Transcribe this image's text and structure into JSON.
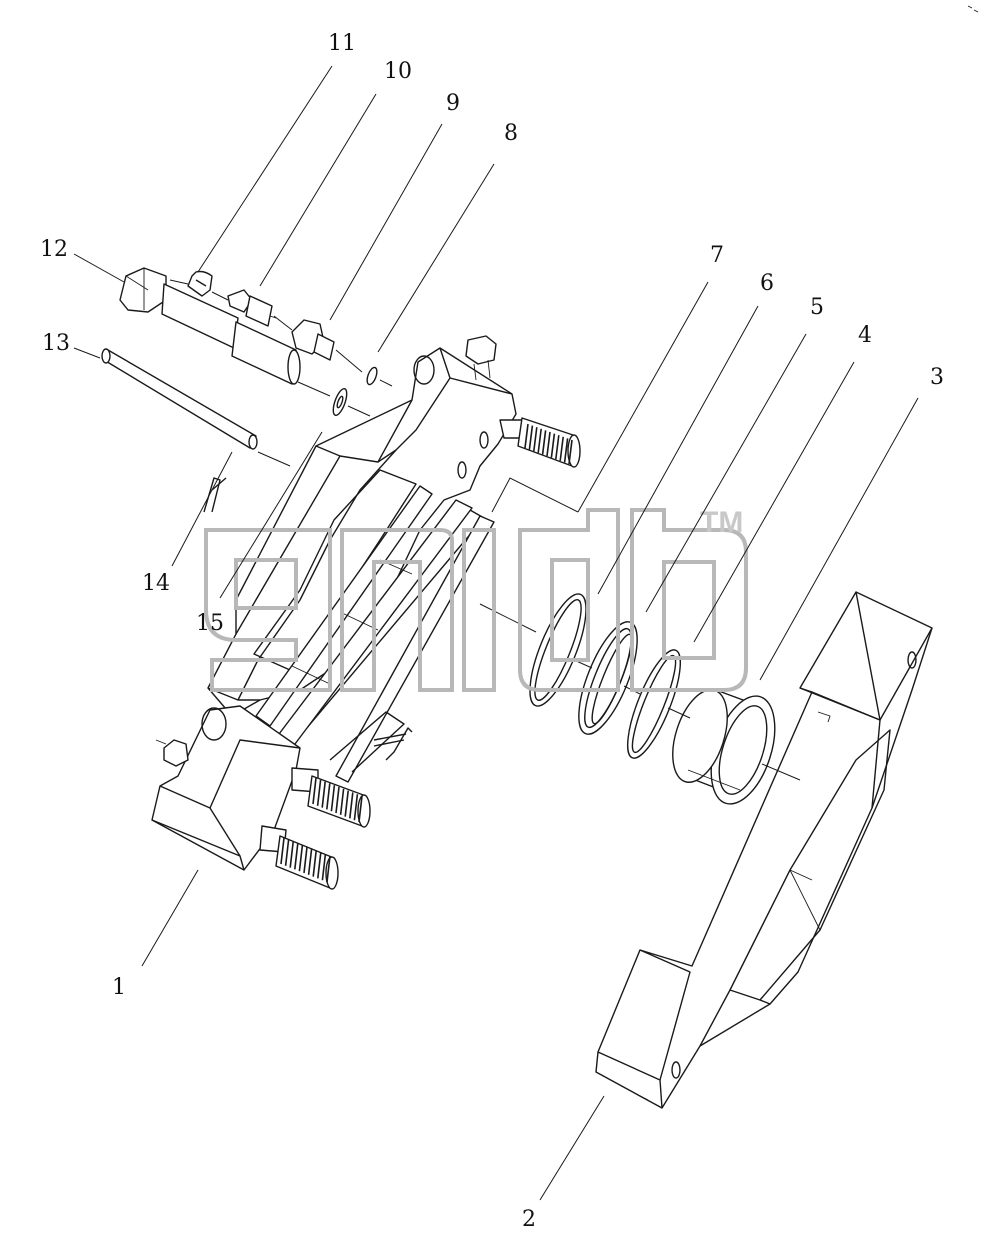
{
  "watermark": {
    "text": "gnlb",
    "trademark": "TM"
  },
  "callouts": [
    {
      "id": "c1",
      "label": "1"
    },
    {
      "id": "c2",
      "label": "2"
    },
    {
      "id": "c3",
      "label": "3"
    },
    {
      "id": "c4",
      "label": "4"
    },
    {
      "id": "c5",
      "label": "5"
    },
    {
      "id": "c6",
      "label": "6"
    },
    {
      "id": "c7",
      "label": "7"
    },
    {
      "id": "c8",
      "label": "8"
    },
    {
      "id": "c9",
      "label": "9"
    },
    {
      "id": "c10",
      "label": "10"
    },
    {
      "id": "c11",
      "label": "11"
    },
    {
      "id": "c12",
      "label": "12"
    },
    {
      "id": "c13",
      "label": "13"
    },
    {
      "id": "c14",
      "label": "14"
    },
    {
      "id": "c15",
      "label": "15"
    }
  ]
}
